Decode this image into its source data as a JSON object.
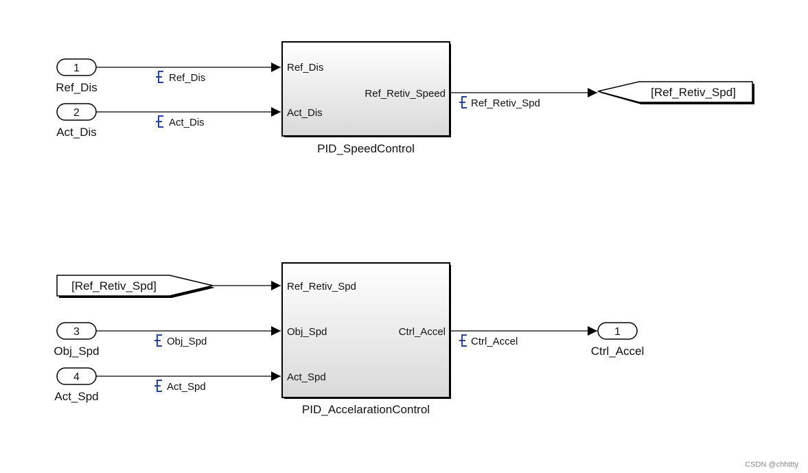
{
  "subsystem_1": {
    "name": "PID_SpeedControl",
    "inputs": [
      "Ref_Dis",
      "Act_Dis"
    ],
    "output": "Ref_Retiv_Speed"
  },
  "subsystem_2": {
    "name": "PID_AccelarationControl",
    "inputs": [
      "Ref_Retiv_Spd",
      "Obj_Spd",
      "Act_Spd"
    ],
    "output": "Ctrl_Accel"
  },
  "inports": [
    {
      "number": "1",
      "name": "Ref_Dis"
    },
    {
      "number": "2",
      "name": "Act_Dis"
    },
    {
      "number": "3",
      "name": "Obj_Spd"
    },
    {
      "number": "4",
      "name": "Act_Spd"
    }
  ],
  "outport": {
    "number": "1",
    "name": "Ctrl_Accel"
  },
  "goto_block": {
    "tag": "[Ref_Retiv_Spd]"
  },
  "from_block": {
    "tag": "[Ref_Retiv_Spd]"
  },
  "signals": {
    "ref_dis": "Ref_Dis",
    "act_dis": "Act_Dis",
    "ref_retiv_spd": "Ref_Retiv_Spd",
    "obj_spd": "Obj_Spd",
    "act_spd": "Act_Spd",
    "ctrl_accel": "Ctrl_Accel"
  },
  "colors": {
    "signal_icon": "#1f3fbf",
    "line": "#000000",
    "block_gradient_bottom": "#d9d9d9"
  },
  "watermark": "CSDN @chhttty"
}
